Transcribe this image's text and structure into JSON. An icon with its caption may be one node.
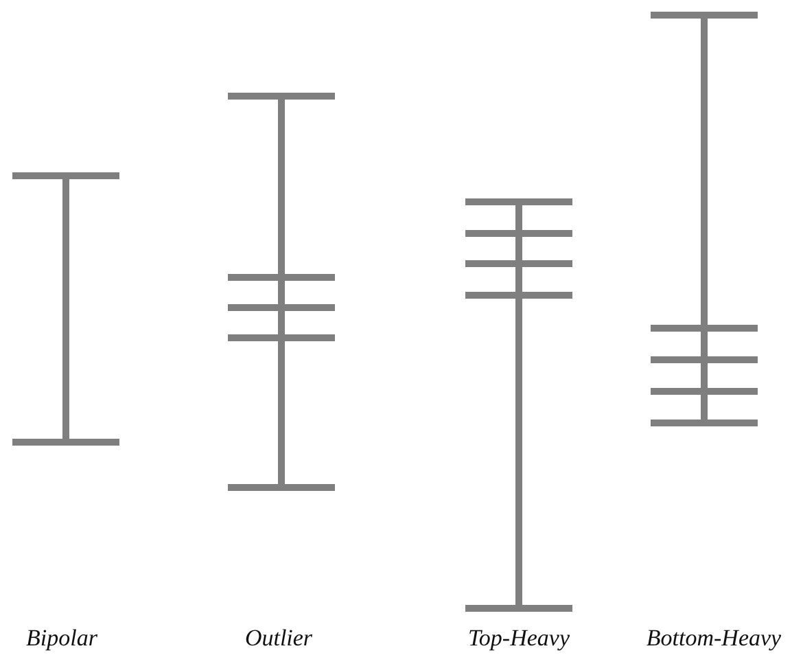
{
  "diagram": {
    "labels": [
      "Bipolar",
      "Outlier",
      "Top-Heavy",
      "Bottom-Heavy"
    ]
  }
}
